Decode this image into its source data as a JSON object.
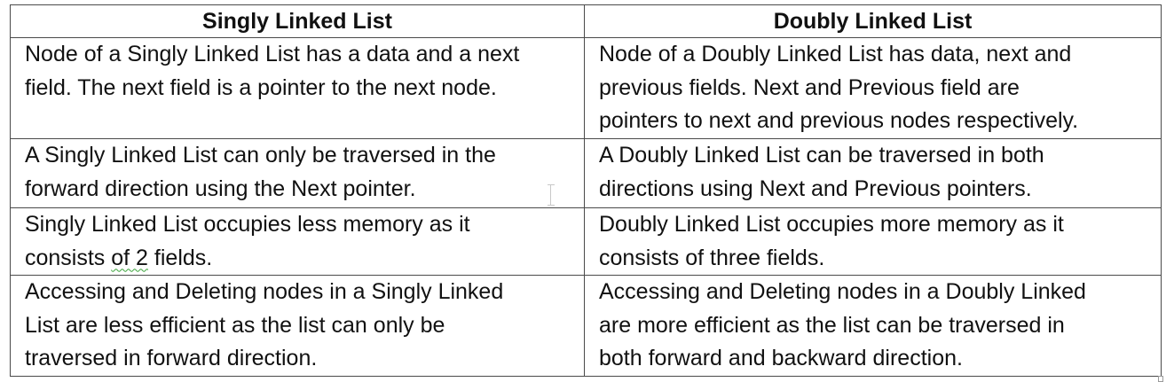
{
  "table": {
    "headers": [
      "Singly Linked List",
      "Doubly Linked List"
    ],
    "rows": [
      {
        "singly": "Node of a Singly Linked List has a data and a next\nfield. The next field is a pointer to the next node.",
        "doubly": "Node of a Doubly Linked List has data, next and\nprevious fields. Next and Previous field are\npointers to next and previous nodes respectively."
      },
      {
        "singly": "A Singly Linked List can only be traversed in the\nforward direction using the Next pointer.",
        "doubly": "A Doubly Linked List can be traversed in both\ndirections using Next and Previous pointers."
      },
      {
        "singly_before": "Singly Linked List occupies less memory as it\nconsists ",
        "singly_flagged": "of  2",
        "singly_after": " fields.",
        "doubly": "Doubly Linked List occupies more memory as it\nconsists of three fields."
      },
      {
        "singly": "Accessing and Deleting nodes in a Singly Linked\nList are less efficient as the list can only be\ntraversed in forward direction.",
        "doubly": "Accessing and Deleting nodes in a Doubly Linked\nare more efficient as the list can be traversed in\nboth forward and backward direction."
      }
    ]
  }
}
